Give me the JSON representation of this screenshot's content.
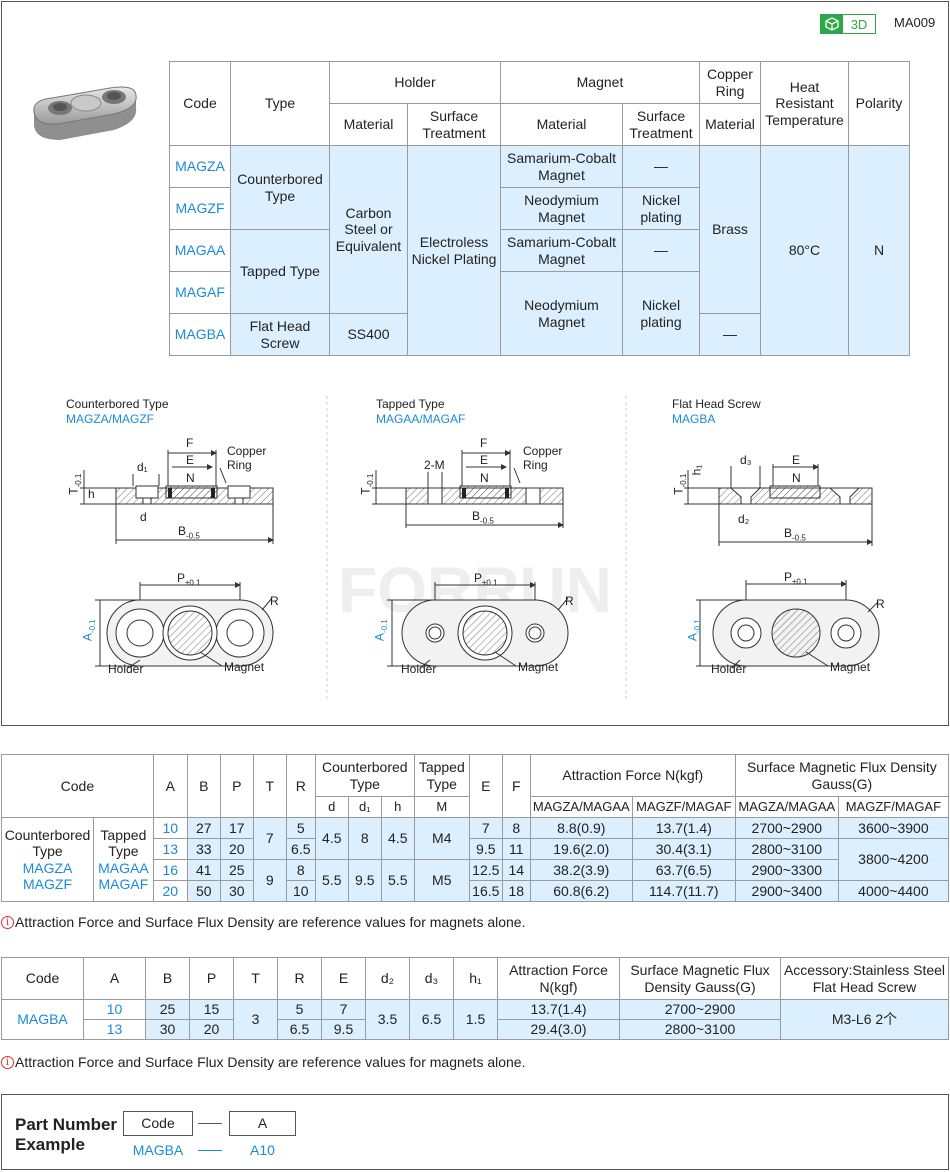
{
  "header": {
    "badge_3d": "3D",
    "model_code": "MA009"
  },
  "top_table": {
    "h_code": "Code",
    "h_type": "Type",
    "h_holder": "Holder",
    "h_magnet": "Magnet",
    "h_copper": "Copper Ring",
    "h_heat": "Heat Resistant Temperature",
    "h_polarity": "Polarity",
    "h_material": "Material",
    "h_surface": "Surface Treatment",
    "codes": [
      "MAGZA",
      "MAGZF",
      "MAGAA",
      "MAGAF",
      "MAGBA"
    ],
    "type_cb": "Counterbored Type",
    "type_tp": "Tapped Type",
    "type_fh": "Flat Head Screw",
    "holder_mat": "Carbon Steel or Equivalent",
    "holder_mat_fh": "SS400",
    "holder_surf": "Electroless Nickel Plating",
    "mag_sm": "Samarium-Cobalt Magnet",
    "mag_nd": "Neodymium Magnet",
    "dash": "—",
    "nickel": "Nickel plating",
    "brass": "Brass",
    "temp": "80°C",
    "polarity": "N"
  },
  "drawings": {
    "cb_title": "Counterbored Type",
    "cb_codes": "MAGZA/MAGZF",
    "tp_title": "Tapped Type",
    "tp_codes": "MAGAA/MAGAF",
    "fh_title": "Flat Head Screw",
    "fh_codes": "MAGBA",
    "lbl_F": "F",
    "lbl_E": "E",
    "lbl_N": "N",
    "lbl_copper": "Copper Ring",
    "lbl_d1": "d₁",
    "lbl_d": "d",
    "lbl_h": "h",
    "lbl_T": "T",
    "lbl_B": "B",
    "lbl_2M": "2-M",
    "lbl_d3": "d₃",
    "lbl_d2": "d₂",
    "lbl_h1": "h₁",
    "lbl_P": "P",
    "lbl_A": "A",
    "lbl_R": "R",
    "lbl_holder": "Holder",
    "lbl_magnet": "Magnet",
    "tol_P": "±0.1",
    "tol_B": "-0.5",
    "tol_T": "-0.1",
    "tol_zero": "0",
    "watermark": "FORRUN"
  },
  "spec1": {
    "h_code": "Code",
    "h_A": "A",
    "h_B": "B",
    "h_P": "P",
    "h_T": "T",
    "h_R": "R",
    "h_cb": "Counterbored Type",
    "h_tp": "Tapped Type",
    "h_E": "E",
    "h_F": "F",
    "h_force": "Attraction Force N(kgf)",
    "h_flux": "Surface Magnetic Flux Density Gauss(G)",
    "h_d": "d",
    "h_d1": "d₁",
    "h_h": "h",
    "h_M": "M",
    "h_mza": "MAGZA/MAGAA",
    "h_mzf": "MAGZF/MAGAF",
    "cb_label": "Counterbored Type",
    "cb_codes": [
      "MAGZA",
      "MAGZF"
    ],
    "tp_label": "Tapped Type",
    "tp_codes": [
      "MAGAA",
      "MAGAF"
    ],
    "rows": [
      {
        "A": "10",
        "B": "27",
        "P": "17",
        "R": "5",
        "E": "7",
        "F": "8",
        "f1": "8.8(0.9)",
        "f2": "13.7(1.4)",
        "g1": "2700~2900",
        "g2": "3600~3900"
      },
      {
        "A": "13",
        "B": "33",
        "P": "20",
        "R": "6.5",
        "E": "9.5",
        "F": "11",
        "f1": "19.6(2.0)",
        "f2": "30.4(3.1)",
        "g1": "2800~3100",
        "g2": "3800~4200"
      },
      {
        "A": "16",
        "B": "41",
        "P": "25",
        "R": "8",
        "E": "12.5",
        "F": "14",
        "f1": "38.2(3.9)",
        "f2": "63.7(6.5)",
        "g1": "2900~3300"
      },
      {
        "A": "20",
        "B": "50",
        "P": "30",
        "R": "10",
        "E": "16.5",
        "F": "18",
        "f1": "60.8(6.2)",
        "f2": "114.7(11.7)",
        "g1": "2900~3400",
        "g2": "4000~4400"
      }
    ],
    "T1": "7",
    "T2": "9",
    "d_1": "4.5",
    "d1_1": "8",
    "h_1": "4.5",
    "M_1": "M4",
    "d_2": "5.5",
    "d1_2": "9.5",
    "h_2": "5.5",
    "M_2": "M5"
  },
  "note": "Attraction Force and Surface Flux Density are reference values for magnets alone.",
  "spec2": {
    "h_code": "Code",
    "h_A": "A",
    "h_B": "B",
    "h_P": "P",
    "h_T": "T",
    "h_R": "R",
    "h_E": "E",
    "h_d2": "d₂",
    "h_d3": "d₃",
    "h_h1": "h₁",
    "h_force": "Attraction Force N(kgf)",
    "h_flux": "Surface Magnetic Flux Density Gauss(G)",
    "h_acc": "Accessory:Stainless Steel Flat Head Screw",
    "code": "MAGBA",
    "T": "3",
    "d2": "3.5",
    "d3": "6.5",
    "h1": "1.5",
    "acc": "M3-L6  2个",
    "rows": [
      {
        "A": "10",
        "B": "25",
        "P": "15",
        "R": "5",
        "E": "7",
        "f": "13.7(1.4)",
        "g": "2700~2900"
      },
      {
        "A": "13",
        "B": "30",
        "P": "20",
        "R": "6.5",
        "E": "9.5",
        "f": "29.4(3.0)",
        "g": "2800~3100"
      }
    ]
  },
  "part_number": {
    "title": "Part Number Example",
    "box1": "Code",
    "box2": "A",
    "ex1": "MAGBA",
    "ex2": "A10"
  }
}
